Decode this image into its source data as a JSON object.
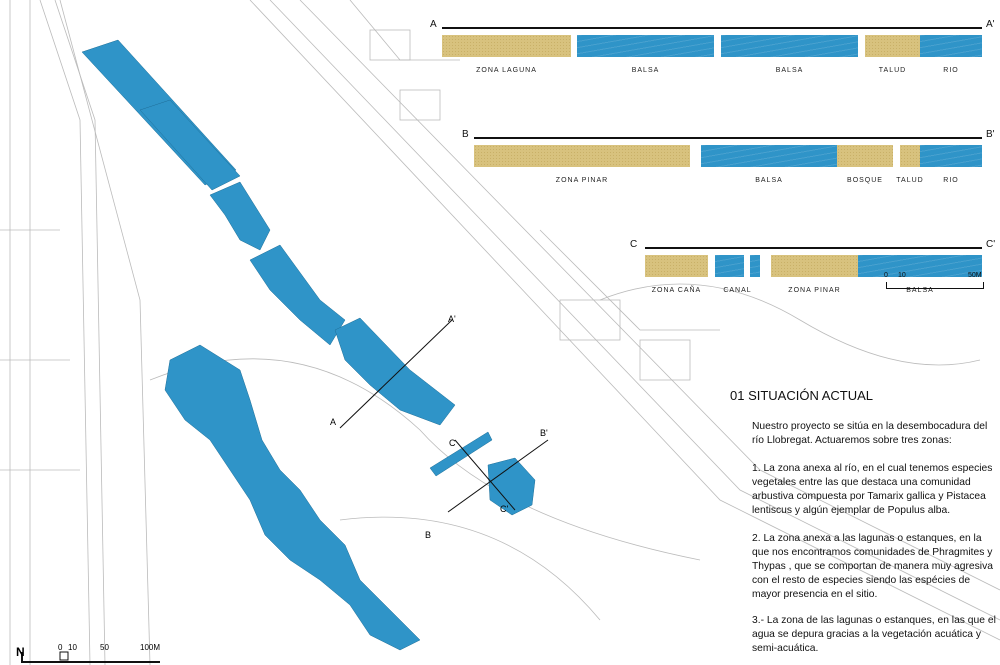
{
  "sections": [
    {
      "start": "A",
      "end": "A'",
      "segments": [
        {
          "label": "ZONA LAGUNA",
          "type": "sand"
        },
        {
          "label": "BALSA",
          "type": "water"
        },
        {
          "label": "BALSA",
          "type": "water"
        },
        {
          "label": "TALUD",
          "type": "sand"
        },
        {
          "label": "RIO",
          "type": "water"
        }
      ]
    },
    {
      "start": "B",
      "end": "B'",
      "segments": [
        {
          "label": "ZONA PINAR",
          "type": "sand"
        },
        {
          "label": "BALSA",
          "type": "water"
        },
        {
          "label": "BOSQUE",
          "type": "sand"
        },
        {
          "label": "TALUD",
          "type": "sand"
        },
        {
          "label": "RIO",
          "type": "water"
        }
      ]
    },
    {
      "start": "C",
      "end": "C'",
      "segments": [
        {
          "label": "ZONA CAÑA",
          "type": "sand"
        },
        {
          "label": "CANAL",
          "type": "water"
        },
        {
          "label": "ZONA PINAR",
          "type": "sand"
        },
        {
          "label": "BALSA",
          "type": "water"
        }
      ]
    }
  ],
  "section_scale": {
    "t0": "0",
    "t1": "10",
    "t2": "50M"
  },
  "plan_scale": {
    "north": "N",
    "t0": "0",
    "t1": "10",
    "t2": "50",
    "t3": "100M"
  },
  "plan_markers": {
    "a": "A",
    "a2": "A'",
    "b": "B",
    "b2": "B'",
    "c": "C",
    "c2": "C'"
  },
  "text": {
    "title": "01  SITUACIÓN ACTUAL",
    "intro": "Nuestro proyecto se sitúa en  la desembocadura del río Llobregat. Actuaremos sobre tres zonas:",
    "p1": "1. La zona anexa al río, en el cual tenemos especies vegetales entre las que destaca una comunidad arbustiva compuesta por Tamarix gallica y Pistacea lentiscus y algún ejemplar de Populus alba.",
    "p2": "2. La zona anexa a las lagunas o estanques, en la que nos encontramos comunidades de Phragmites y Thypas , que se comportan de manera muy agresiva con el resto de especies siendo las espécies de mayor presencia en el sitio.",
    "p3": "3.- La zona de las lagunas o estanques, en las que el agua se depura gracias a la vegetación acuática y semi-acuática."
  },
  "colors": {
    "water": "#2f94c8",
    "sand": "#d8c27e"
  }
}
